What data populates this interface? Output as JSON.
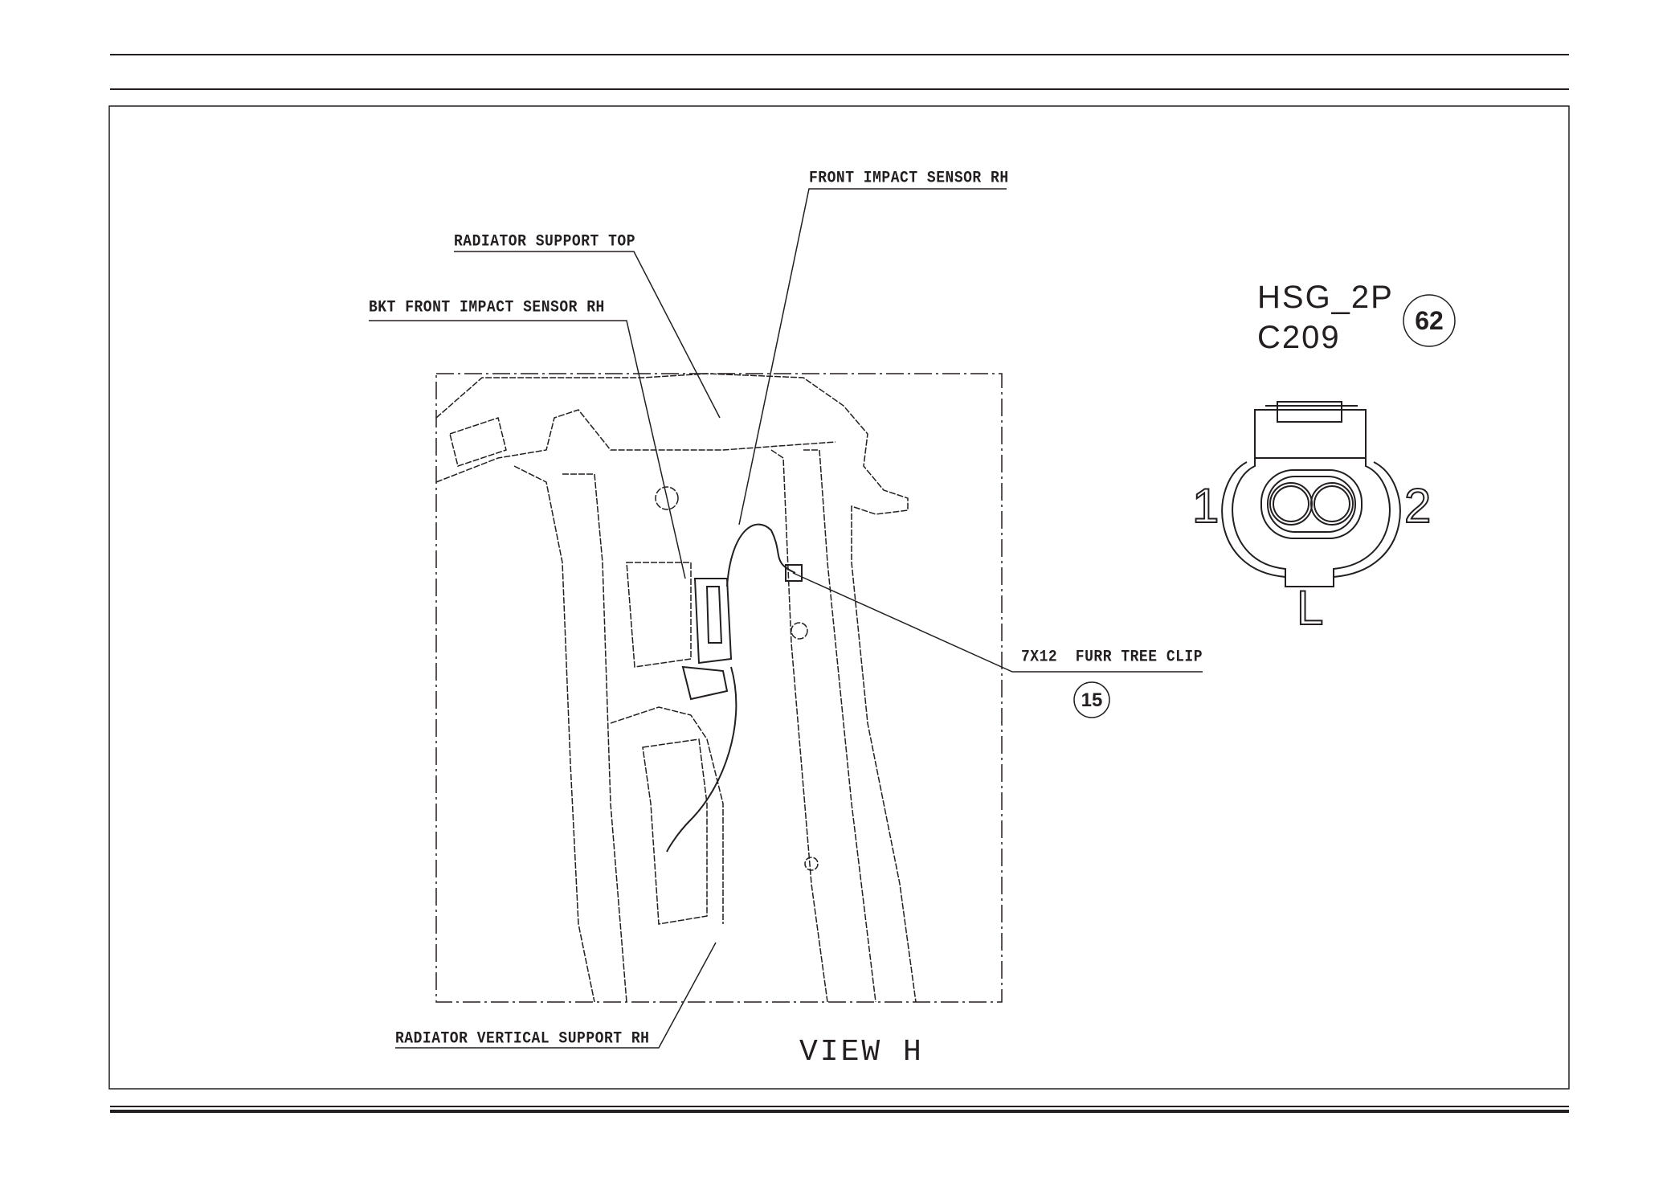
{
  "view_title": "VIEW H",
  "callouts": {
    "front_impact_sensor": "FRONT IMPACT SENSOR RH",
    "radiator_support_top": "RADIATOR SUPPORT TOP",
    "bkt_front_impact_sensor": "BKT FRONT IMPACT SENSOR RH",
    "furr_tree_clip": "7X12  FURR TREE CLIP",
    "furr_tree_clip_ref": "15",
    "radiator_vertical_support": "RADIATOR VERTICAL SUPPORT RH"
  },
  "connector": {
    "housing": "HSG_2P",
    "id": "C209",
    "ref": "62",
    "pin_left": "1",
    "pin_right": "2",
    "key": "L"
  },
  "colors": {
    "ink": "#231f20",
    "background": "#ffffff"
  }
}
